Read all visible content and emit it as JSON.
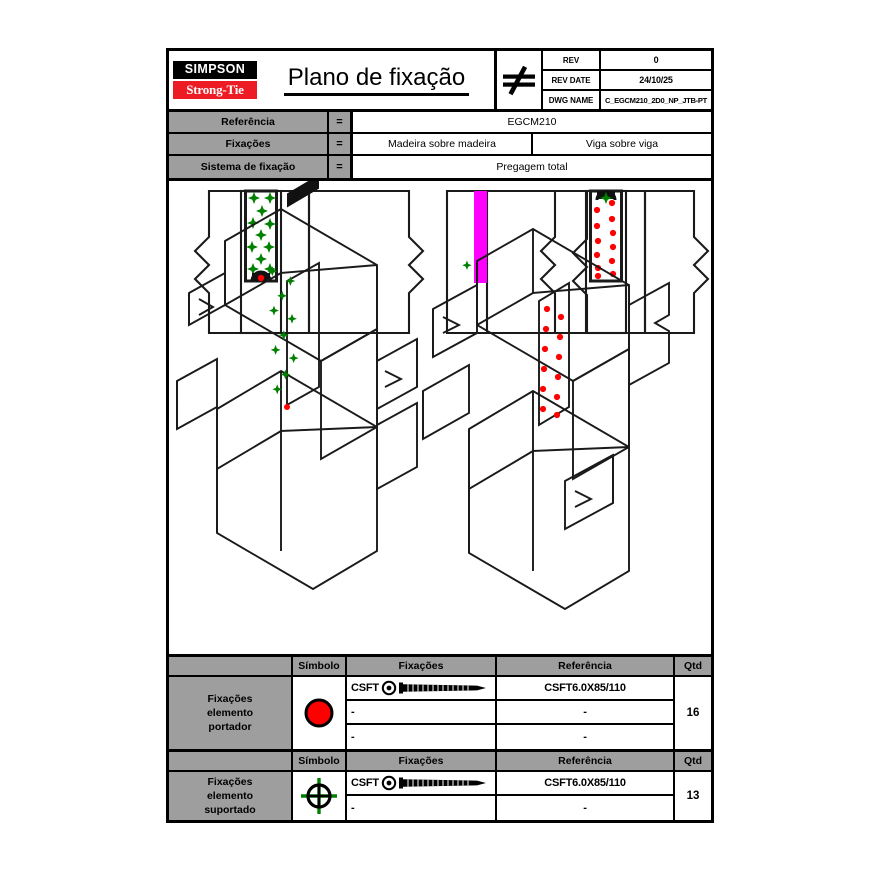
{
  "titleblock": {
    "logo_top": "SIMPSON",
    "logo_bottom": "Strong-Tie",
    "title": "Plano de fixação",
    "projection_symbol": "not-equal",
    "rev_label": "REV",
    "rev_value": "0",
    "rev_date_label": "REV DATE",
    "rev_date_value": "24/10/25",
    "dwg_name_label": "DWG NAME",
    "dwg_name_value": "C_EGCM210_2D0_NP_JTB-PT"
  },
  "info": {
    "rows": [
      {
        "label": "Referência",
        "eq": "=",
        "values": [
          "EGCM210"
        ]
      },
      {
        "label": "Fixações",
        "eq": "=",
        "values": [
          "Madeira sobre madeira",
          "Viga sobre viga"
        ]
      },
      {
        "label": "Sistema de fixação",
        "eq": "=",
        "values": [
          "Pregagem total"
        ]
      }
    ]
  },
  "legend_tables": [
    {
      "description": [
        "Fixações",
        "elemento",
        "portador"
      ],
      "symbol": "red-filled-circle",
      "symbol_color": "#ff0000",
      "headers": {
        "symbol": "Símbolo",
        "fixacoes": "Fixações",
        "referencia": "Referência",
        "qtd": "Qtd"
      },
      "rows": [
        {
          "fixacao": "CSFT",
          "icon": "screw-icon",
          "referencia": "CSFT6.0X85/110"
        },
        {
          "fixacao": "-",
          "icon": "",
          "referencia": "-"
        },
        {
          "fixacao": "-",
          "icon": "",
          "referencia": "-"
        }
      ],
      "qtd": "16"
    },
    {
      "description": [
        "Fixações",
        "elemento",
        "suportado"
      ],
      "symbol": "green-crosshair-circle",
      "symbol_color": "#008000",
      "headers": {
        "symbol": "Símbolo",
        "fixacoes": "Fixações",
        "referencia": "Referência",
        "qtd": "Qtd"
      },
      "rows": [
        {
          "fixacao": "CSFT",
          "icon": "screw-icon",
          "referencia": "CSFT6.0X85/110"
        },
        {
          "fixacao": "-",
          "icon": "",
          "referencia": "-"
        }
      ],
      "qtd": "13"
    }
  ],
  "drawing": {
    "views_2d": [
      {
        "name": "elevation-left-green-fixings",
        "marker": "green-star",
        "marker_color": "#008000",
        "count": 13
      },
      {
        "name": "elevation-middle-magenta-band",
        "marker": "magenta-band",
        "marker_color": "#ff00ff",
        "count": 0
      },
      {
        "name": "elevation-right-red-fixings",
        "marker": "red-dot",
        "marker_color": "#ff0000",
        "count": 16
      }
    ],
    "views_3d": [
      {
        "name": "isometric-left-supported-element",
        "marker": "green-star",
        "marker_color": "#008000"
      },
      {
        "name": "isometric-right-carrier-element",
        "marker": "red-dot",
        "marker_color": "#ff0000"
      }
    ],
    "line_color": "#1a1a1a"
  }
}
